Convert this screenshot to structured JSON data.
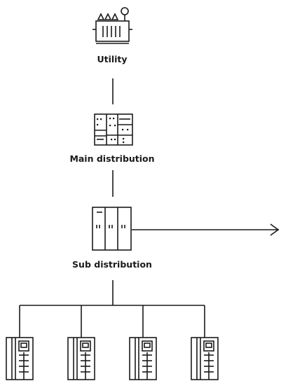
{
  "diagram": {
    "nodes": [
      {
        "id": "utility",
        "label": "Utility",
        "icon": "transformer-icon"
      },
      {
        "id": "main",
        "label": "Main distribution",
        "icon": "main-switchboard-icon"
      },
      {
        "id": "sub",
        "label": "Sub distribution",
        "icon": "sub-switchboard-icon"
      },
      {
        "id": "load-1",
        "label": "",
        "icon": "panel-icon"
      },
      {
        "id": "load-2",
        "label": "",
        "icon": "panel-icon"
      },
      {
        "id": "load-3",
        "label": "",
        "icon": "panel-icon"
      },
      {
        "id": "load-4",
        "label": "",
        "icon": "panel-icon"
      }
    ],
    "edges": [
      {
        "from": "utility",
        "to": "main"
      },
      {
        "from": "main",
        "to": "sub"
      },
      {
        "from": "sub",
        "to": "load-1"
      },
      {
        "from": "sub",
        "to": "load-2"
      },
      {
        "from": "sub",
        "to": "load-3"
      },
      {
        "from": "sub",
        "to": "load-4"
      },
      {
        "from": "sub",
        "to": "offscreen",
        "style": "arrow"
      }
    ],
    "colors": {
      "stroke": "#1a1a1a",
      "background": "#ffffff"
    }
  }
}
